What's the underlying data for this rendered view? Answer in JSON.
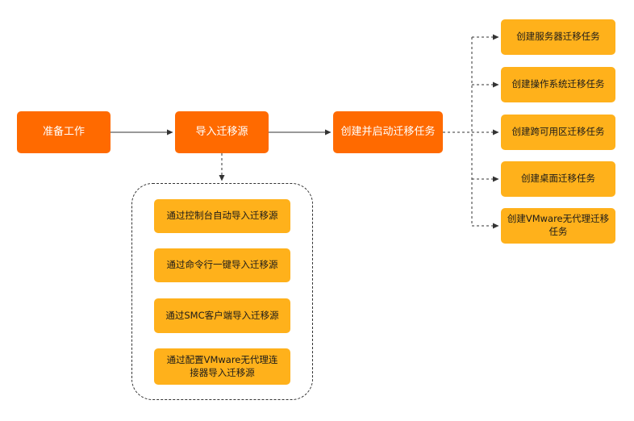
{
  "steps": {
    "prepare": "准备工作",
    "import_source": "导入迁移源",
    "create_start": "创建并启动迁移任务"
  },
  "import_methods": [
    "通过控制台自动导入迁移源",
    "通过命令行一键导入迁移源",
    "通过SMC客户端导入迁移源",
    "通过配置VMware无代理连接器导入迁移源"
  ],
  "task_types": [
    "创建服务器迁移任务",
    "创建操作系统迁移任务",
    "创建跨可用区迁移任务",
    "创建桌面迁移任务",
    "创建VMware无代理迁移任务"
  ],
  "colors": {
    "main_step": "#ff6a00",
    "sub_step": "#ffb11b",
    "connector": "#333333"
  }
}
